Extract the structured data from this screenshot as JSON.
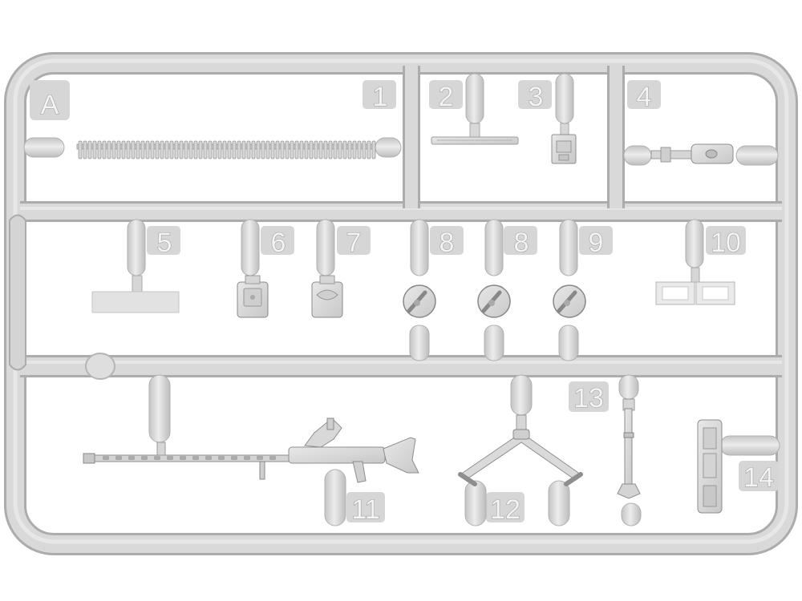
{
  "sprue": {
    "letter": "A",
    "parts": [
      {
        "number": "1"
      },
      {
        "number": "2"
      },
      {
        "number": "3"
      },
      {
        "number": "4"
      },
      {
        "number": "5"
      },
      {
        "number": "6"
      },
      {
        "number": "7"
      },
      {
        "number": "8"
      },
      {
        "number": "8"
      },
      {
        "number": "9"
      },
      {
        "number": "10"
      },
      {
        "number": "11"
      },
      {
        "number": "12"
      },
      {
        "number": "13"
      },
      {
        "number": "14"
      }
    ]
  },
  "colors": {
    "plastic": "#d9d9d9",
    "plastic_edge": "#b4b4b4",
    "background": "#ffffff"
  }
}
